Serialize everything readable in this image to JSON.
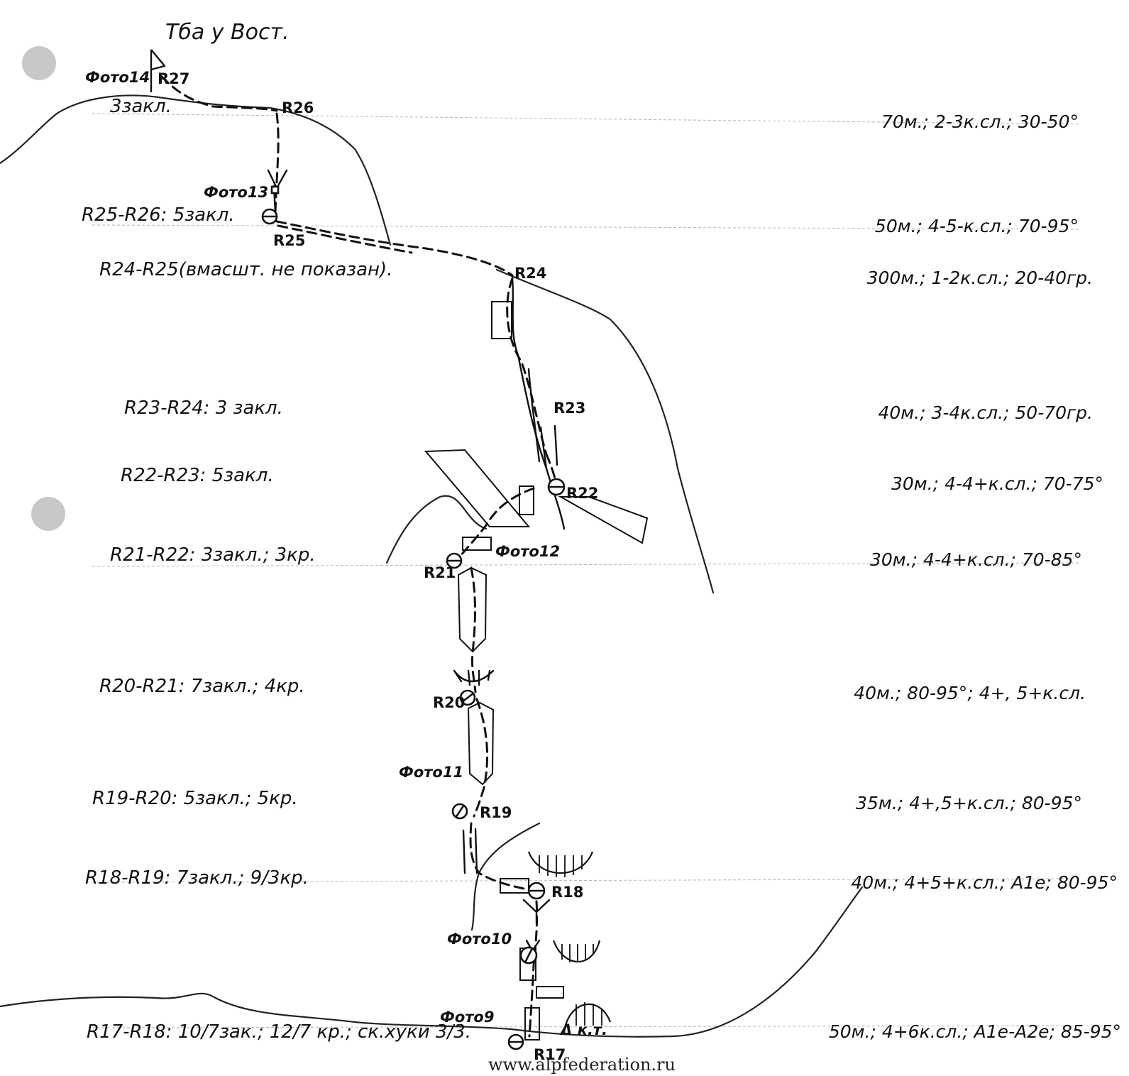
{
  "title": "Тба у Вост.",
  "site": "www.alpfederation.ru",
  "colors": {
    "ink": "#111111",
    "rule": "#b5b5b5",
    "hole": "#c8c8c8"
  },
  "points": [
    {
      "id": "R27",
      "label": "R27"
    },
    {
      "id": "R26",
      "label": "R26"
    },
    {
      "id": "R25",
      "label": "R25"
    },
    {
      "id": "R24",
      "label": "R24"
    },
    {
      "id": "R23",
      "label": "R23"
    },
    {
      "id": "R22",
      "label": "R22"
    },
    {
      "id": "R21",
      "label": "R21"
    },
    {
      "id": "R20",
      "label": "R20"
    },
    {
      "id": "R19",
      "label": "R19"
    },
    {
      "id": "R18",
      "label": "R18"
    },
    {
      "id": "R17",
      "label": "R17"
    }
  ],
  "photos": [
    {
      "id": "foto14",
      "label": "Фото14"
    },
    {
      "id": "foto13",
      "label": "Фото13"
    },
    {
      "id": "foto12",
      "label": "Фото12"
    },
    {
      "id": "foto11",
      "label": "Фото11"
    },
    {
      "id": "foto10",
      "label": "Фото10"
    },
    {
      "id": "foto9",
      "label": "Фото9"
    }
  ],
  "pitches": [
    {
      "id": "p26",
      "left": "3закл.",
      "right": "70м.; 2-3к.сл.; 30-50°"
    },
    {
      "id": "p25",
      "left": "R25-R26: 5закл.",
      "right": "50м.; 4-5-к.сл.; 70-95°"
    },
    {
      "id": "p24",
      "left": "R24-R25(вмасшт. не показан).",
      "right": "300м.; 1-2к.сл.; 20-40гр."
    },
    {
      "id": "p23",
      "left": "R23-R24: 3 закл.",
      "right": "40м.; 3-4к.сл.; 50-70гр."
    },
    {
      "id": "p22",
      "left": "R22-R23: 5закл.",
      "right": "30м.; 4-4+к.сл.; 70-75°"
    },
    {
      "id": "p21",
      "left": "R21-R22: 3закл.; 3кр.",
      "right": "30м.; 4-4+к.сл.; 70-85°"
    },
    {
      "id": "p20",
      "left": "R20-R21: 7закл.; 4кр.",
      "right": "40м.; 80-95°; 4+, 5+к.сл."
    },
    {
      "id": "p19",
      "left": "R19-R20: 5закл.; 5кр.",
      "right": "35м.; 4+,5+к.сл.; 80-95°"
    },
    {
      "id": "p18",
      "left": "R18-R19: 7закл.; 9/3кр.",
      "right": "40м.; 4+5+к.сл.; A1e; 80-95°"
    },
    {
      "id": "p17",
      "left": "R17-R18: 10/7зак.; 12/7 кр.; ск.хуки 3/3.",
      "right": "50м.; 4+6к.сл.; A1e-A2e; 85-95°"
    }
  ],
  "markers": {
    "control_tour": "Δ к.т."
  }
}
